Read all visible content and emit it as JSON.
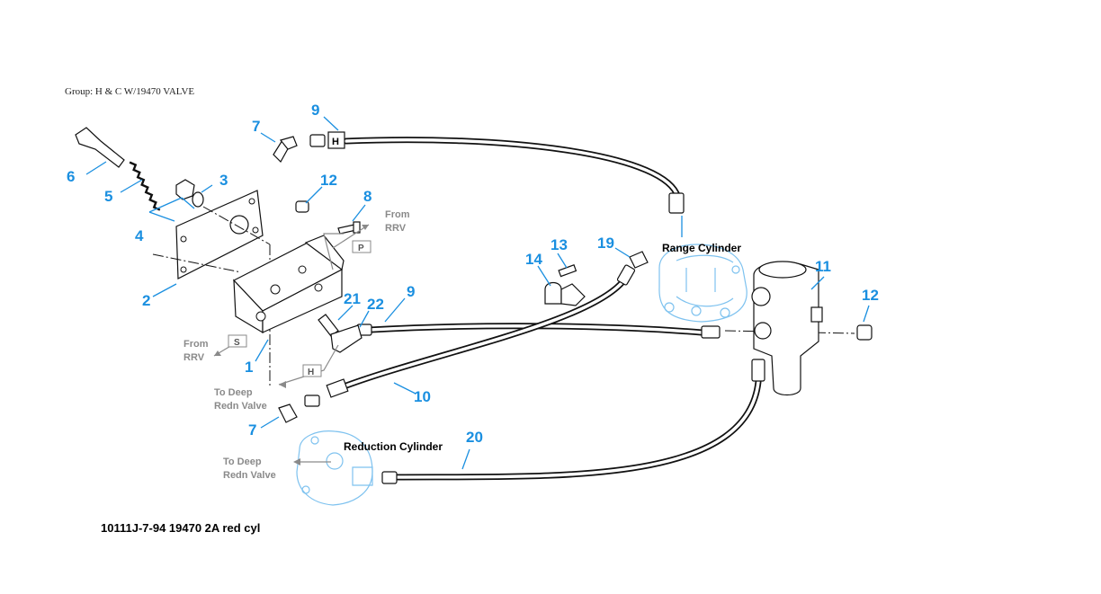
{
  "header": {
    "group": "Group: H & C W/19470 VALVE"
  },
  "colors": {
    "callout": "#1a8fe0",
    "note": "#8a8a8a",
    "ghost_outline": "#7ec2ef"
  },
  "callouts": {
    "c1": "1",
    "c2": "2",
    "c3": "3",
    "c4": "4",
    "c5": "5",
    "c6": "6",
    "c7a": "7",
    "c7b": "7",
    "c8": "8",
    "c9a": "9",
    "c9b": "9",
    "c10": "10",
    "c11": "11",
    "c12a": "12",
    "c12b": "12",
    "c13": "13",
    "c14": "14",
    "c19": "19",
    "c20": "20",
    "c21": "21",
    "c22": "22"
  },
  "notes": {
    "from_rrv_top_1": "From",
    "from_rrv_top_2": "RRV",
    "from_rrv_left_1": "From",
    "from_rrv_left_2": "RRV",
    "to_deep_1_1": "To Deep",
    "to_deep_1_2": "Redn Valve",
    "to_deep_2_1": "To Deep",
    "to_deep_2_2": "Redn Valve"
  },
  "port_tags": {
    "p": "P",
    "s": "S",
    "h_box": "H",
    "h_hose": "H"
  },
  "cylinders": {
    "range": "Range Cylinder",
    "reduction": "Reduction Cylinder"
  },
  "caption": "10111J-7-94 19470 2A red cyl"
}
